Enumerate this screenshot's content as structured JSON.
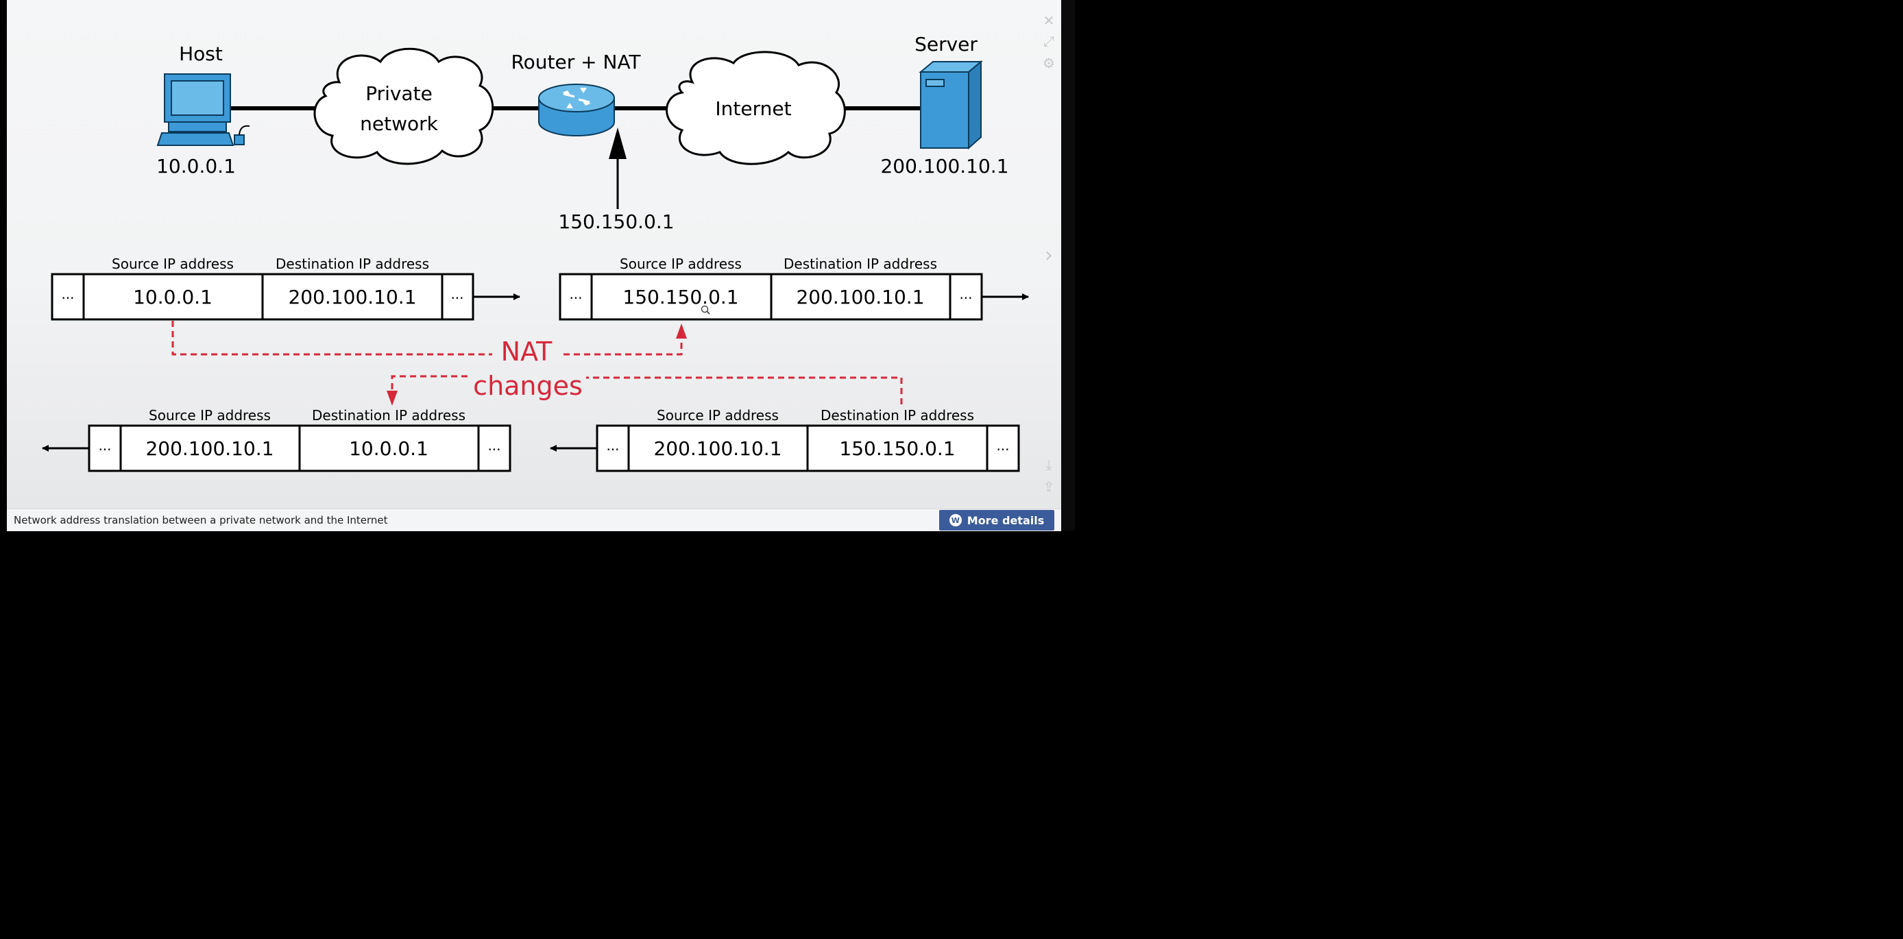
{
  "diagram": {
    "host": {
      "title": "Host",
      "ip": "10.0.0.1"
    },
    "private_network": {
      "line1": "Private",
      "line2": "network"
    },
    "router": {
      "title": "Router + NAT",
      "public_ip": "150.150.0.1"
    },
    "internet": {
      "label": "Internet"
    },
    "server": {
      "title": "Server",
      "ip": "200.100.10.1"
    },
    "packets": [
      {
        "src_header": "Source IP address",
        "dst_header": "Destination IP address",
        "src": "10.0.0.1",
        "dst": "200.100.10.1",
        "ellipsis": "···"
      },
      {
        "src_header": "Source IP address",
        "dst_header": "Destination IP address",
        "src": "150.150.0.1",
        "dst": "200.100.10.1",
        "ellipsis": "···"
      },
      {
        "src_header": "Source IP address",
        "dst_header": "Destination IP address",
        "src": "200.100.10.1",
        "dst": "10.0.0.1",
        "ellipsis": "···"
      },
      {
        "src_header": "Source IP address",
        "dst_header": "Destination IP address",
        "src": "200.100.10.1",
        "dst": "150.150.0.1",
        "ellipsis": "···"
      }
    ],
    "nat_label": "NAT",
    "changes_label": "changes",
    "accent_red": "#d6283b",
    "device_blue": "#3d9ad6"
  },
  "viewer": {
    "caption": "Network address translation between a private network and the Internet",
    "more_details": "More details",
    "more_details_icon": "wiki-globe-icon",
    "tools": [
      "close-icon",
      "fullscreen-icon",
      "settings-icon",
      "next-arrow-icon",
      "download-icon",
      "share-icon"
    ]
  }
}
